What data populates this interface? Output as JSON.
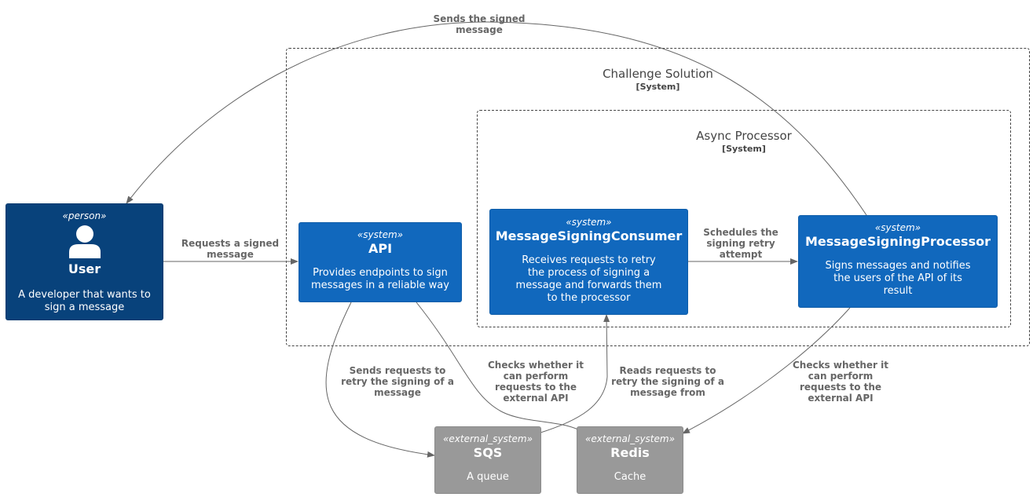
{
  "boundaries": {
    "challenge": {
      "title": "Challenge Solution",
      "type": "[System]"
    },
    "async": {
      "title": "Async Processor",
      "type": "[System]"
    }
  },
  "nodes": {
    "user": {
      "stereotype": "«person»",
      "title": "User",
      "desc": [
        "A developer that wants to",
        "sign a message"
      ]
    },
    "api": {
      "stereotype": "«system»",
      "title": "API",
      "desc": [
        "Provides endpoints to sign",
        "messages in a reliable way"
      ]
    },
    "consumer": {
      "stereotype": "«system»",
      "title": "MessageSigningConsumer",
      "desc": [
        "Receives requests to retry",
        "the process of signing a",
        "message and forwards them",
        "to the processor"
      ]
    },
    "processor": {
      "stereotype": "«system»",
      "title": "MessageSigningProcessor",
      "desc": [
        "Signs messages and notifies",
        "the users of the API of its",
        "result"
      ]
    },
    "sqs": {
      "stereotype": "«external_system»",
      "title": "SQS",
      "desc": [
        "A queue"
      ]
    },
    "redis": {
      "stereotype": "«external_system»",
      "title": "Redis",
      "desc": [
        "Cache"
      ]
    }
  },
  "edges": {
    "sends_signed": [
      "Sends the signed",
      "message"
    ],
    "requests_signed": [
      "Requests a signed",
      "message"
    ],
    "schedules_retry": [
      "Schedules the",
      "signing retry",
      "attempt"
    ],
    "sends_requests_retry": [
      "Sends requests to",
      "retry the signing of a",
      "message"
    ],
    "api_checks": [
      "Checks whether it",
      "can perform",
      "requests to the",
      "external API"
    ],
    "reads_requests": [
      "Reads requests to",
      "retry the signing of a",
      "message from"
    ],
    "processor_checks": [
      "Checks whether it",
      "can perform",
      "requests to the",
      "external API"
    ]
  },
  "colors": {
    "person": "#08427B",
    "system": "#1168BD",
    "external_system": "#999999",
    "edge": "#666666",
    "boundary": "#444444"
  },
  "icons": {
    "person": "person-icon"
  }
}
